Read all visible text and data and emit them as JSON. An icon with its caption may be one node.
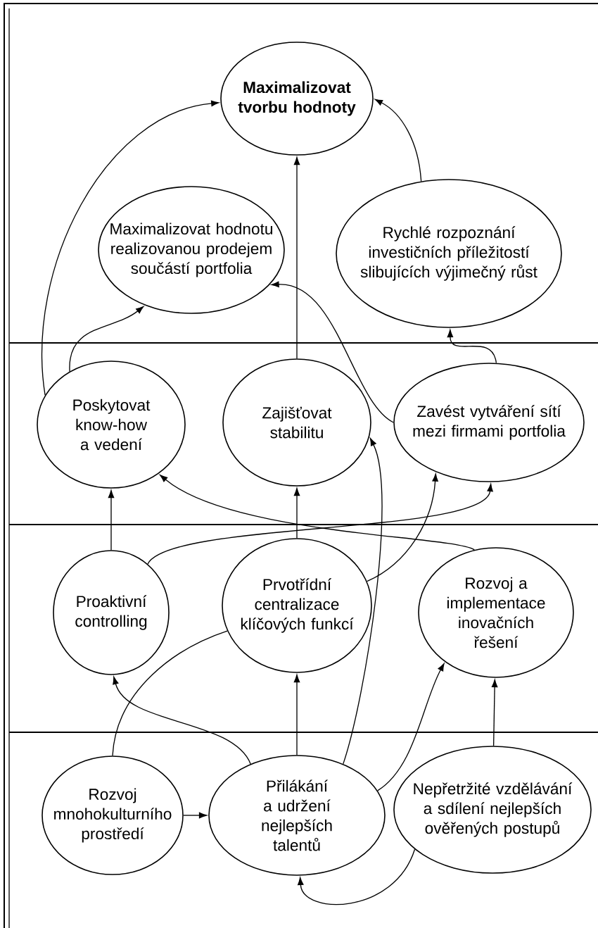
{
  "diagram": {
    "nodes": [
      {
        "text": [
          "Maximalizovat tvorbu hodnoty"
        ]
      },
      {
        "text": [
          "Maximalizovat hodnotu realizovanou prodejem součástí portfolia"
        ]
      },
      {
        "text": [
          "Rychlé rozpoznání investičních příležitostí slibujících výjimečný růst"
        ]
      },
      {
        "text": [
          "Poskytovat know-how a vedení"
        ]
      },
      {
        "text": [
          "Zajišťovat stabilitu"
        ]
      },
      {
        "text": [
          "Zavést vytváření sítí mezi firmami portfolia"
        ]
      },
      {
        "text": [
          "Proaktivní controlling"
        ]
      },
      {
        "text": [
          "Prvotřídní centralizace klíčových funkcí"
        ]
      },
      {
        "text": [
          "Rozvoj a implementace inovačních řešení"
        ]
      },
      {
        "text": [
          "Rozvoj mnohokulturního prostředí"
        ]
      },
      {
        "text": [
          "Přilákání a udržení nejlepších talentů"
        ]
      },
      {
        "text": [
          "Nepřetržité vzdělávání a sdílení nejlepších ověřených postupů"
        ]
      }
    ],
    "edges": [
      {
        "from": 3,
        "to": 0,
        "arrow": "to"
      },
      {
        "from": 3,
        "to": 1,
        "arrow": "to"
      },
      {
        "from": 4,
        "to": 0,
        "arrow": "to"
      },
      {
        "from": 2,
        "to": 0,
        "arrow": "to"
      },
      {
        "from": 5,
        "to": 1,
        "arrow": "to"
      },
      {
        "from": 5,
        "to": 2,
        "arrow": "to"
      },
      {
        "from": 6,
        "to": 3,
        "arrow": "to"
      },
      {
        "from": 7,
        "to": 4,
        "arrow": "to"
      },
      {
        "from": 6,
        "to": 5,
        "arrow": "to"
      },
      {
        "from": 8,
        "to": 3,
        "arrow": "to"
      },
      {
        "from": 7,
        "to": 5,
        "arrow": "to"
      },
      {
        "from": 9,
        "to": 7,
        "arrow": "none"
      },
      {
        "from": 9,
        "to": 10,
        "arrow": "to"
      },
      {
        "from": 10,
        "to": 6,
        "arrow": "to"
      },
      {
        "from": 10,
        "to": 7,
        "arrow": "to"
      },
      {
        "from": 10,
        "to": 4,
        "arrow": "to"
      },
      {
        "from": 10,
        "to": 8,
        "arrow": "to"
      },
      {
        "from": 11,
        "to": 8,
        "arrow": "to"
      },
      {
        "from": 11,
        "to": 10,
        "arrow": "to"
      }
    ]
  }
}
